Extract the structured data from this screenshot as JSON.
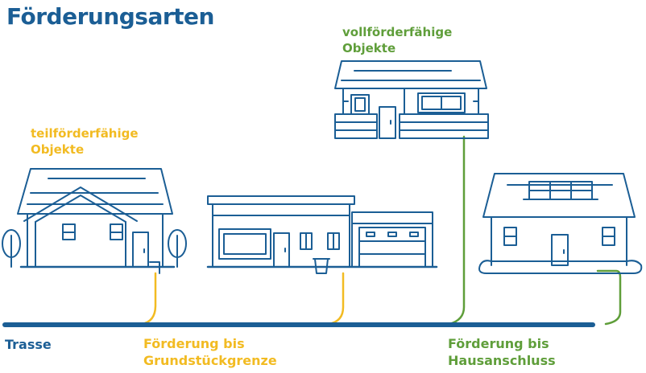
{
  "title": "Förderungsarten",
  "labels": {
    "partially_eligible": [
      "teilförderfähige",
      "Objekte"
    ],
    "fully_eligible": [
      "vollförderfähige",
      "Objekte"
    ],
    "trasse": "Trasse",
    "funding_property": [
      "Förderung bis",
      "Grundstückgrenze"
    ],
    "funding_house": [
      "Förderung bis",
      "Hausanschluss"
    ]
  },
  "colors": {
    "navy": "#1b5e95",
    "yellow": "#f2bb22",
    "green": "#5f9e3a",
    "trasse_line": "#1b5e95"
  }
}
